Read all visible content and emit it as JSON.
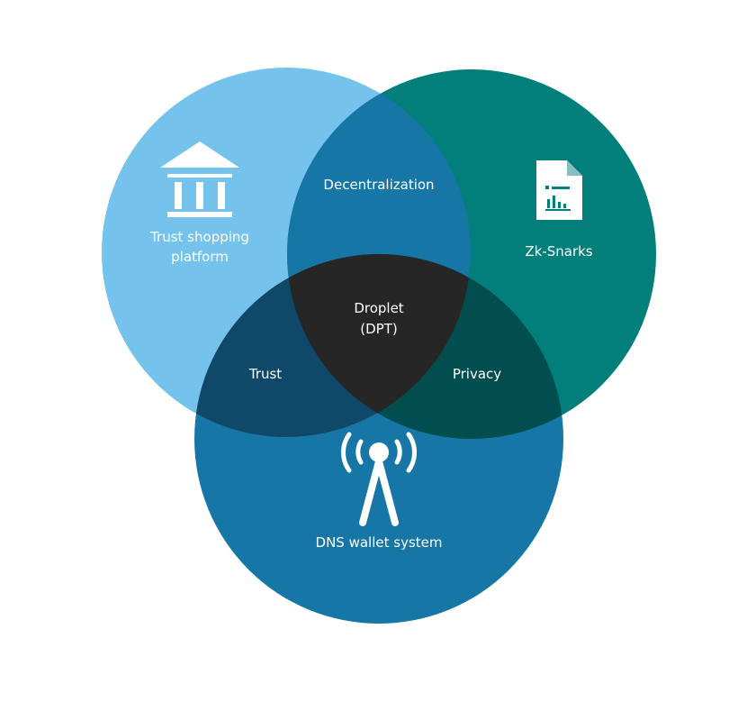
{
  "diagram": {
    "type": "venn-3",
    "circles": {
      "top_left": {
        "label_line1": "Trust shopping",
        "label_line2": "platform",
        "icon": "bank-icon",
        "color": "#75C3ED"
      },
      "top_right": {
        "label": "Zk-Snarks",
        "icon": "document-chart-icon",
        "color": "#027E7B"
      },
      "bottom": {
        "label": "DNS wallet system",
        "icon": "antenna-icon",
        "color": "#1677A7"
      }
    },
    "intersections": {
      "top_left_top_right": {
        "label": "Decentralization",
        "color": "#1677A7"
      },
      "top_left_bottom": {
        "label": "Trust",
        "color": "#10486A"
      },
      "top_right_bottom": {
        "label": "Privacy",
        "color": "#024E4F"
      },
      "center": {
        "label_line1": "Droplet",
        "label_line2": "(DPT)",
        "color": "#262626"
      }
    }
  }
}
